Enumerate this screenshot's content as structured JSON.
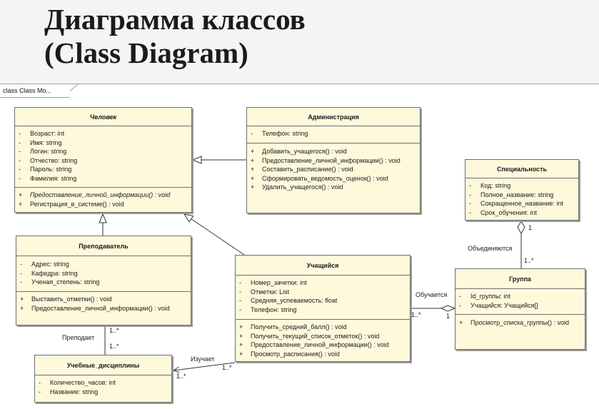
{
  "title": {
    "line1": "Диаграмма классов",
    "line2": "(Class Diagram)"
  },
  "frame": {
    "tab_label": "class Class Mo..."
  },
  "classes": {
    "chelovek": {
      "name": "Человек",
      "attributes": [
        {
          "vis": "-",
          "text": "Возраст:  int"
        },
        {
          "vis": "-",
          "text": "Имя:  string"
        },
        {
          "vis": "-",
          "text": "Логин:  string"
        },
        {
          "vis": "-",
          "text": "Отчество:  string"
        },
        {
          "vis": "-",
          "text": "Пароль:  string"
        },
        {
          "vis": "-",
          "text": "Фамилия:  string"
        }
      ],
      "operations": [
        {
          "vis": "+",
          "text": "Предоставление_личной_информации() : void",
          "italic": true
        },
        {
          "vis": "+",
          "text": "Регистрация_в_системе() : void",
          "italic": false
        }
      ]
    },
    "administratsiya": {
      "name": "Администрация",
      "attributes": [
        {
          "vis": "-",
          "text": "Телефон:  string"
        }
      ],
      "operations": [
        {
          "vis": "+",
          "text": "Добавить_учащегося() : void"
        },
        {
          "vis": "+",
          "text": "Предоставление_личной_информации() : void"
        },
        {
          "vis": "+",
          "text": "Составить_расписание() : void"
        },
        {
          "vis": "+",
          "text": "Сформировать_ведомость_оценок() : void"
        },
        {
          "vis": "+",
          "text": "Удалить_учащегося() : void"
        }
      ]
    },
    "spetsialnost": {
      "name": "Специальность",
      "attributes": [
        {
          "vis": "-",
          "text": "Код:  string"
        },
        {
          "vis": "-",
          "text": "Полное_название:  string"
        },
        {
          "vis": "-",
          "text": "Сокращенное_название:  int"
        },
        {
          "vis": "-",
          "text": "Срок_обучения:  int"
        }
      ]
    },
    "prepodavatel": {
      "name": "Преподаватель",
      "attributes": [
        {
          "vis": "-",
          "text": "Адрес:  string"
        },
        {
          "vis": "-",
          "text": "Кафедра:  string"
        },
        {
          "vis": "-",
          "text": "Ученая_степень:  string"
        }
      ],
      "operations": [
        {
          "vis": "+",
          "text": "Выставить_отметки() : void"
        },
        {
          "vis": "+",
          "text": "Предоставление_личной_информации() : void"
        }
      ]
    },
    "uchashchiysya": {
      "name": "Учащийся",
      "attributes": [
        {
          "vis": "-",
          "text": "Номер_зачетки:  int"
        },
        {
          "vis": "-",
          "text": "Отметки:  List"
        },
        {
          "vis": "-",
          "text": "Средняя_успеваемость:  float"
        },
        {
          "vis": "-",
          "text": "Телефон:  string"
        }
      ],
      "operations": [
        {
          "vis": "+",
          "text": "Получить_средний_балл() : void"
        },
        {
          "vis": "+",
          "text": "Получить_текущий_список_отметок() : void"
        },
        {
          "vis": "+",
          "text": "Предоставление_личной_информации() : void"
        },
        {
          "vis": "+",
          "text": "Просмотр_расписания() : void"
        }
      ]
    },
    "gruppa": {
      "name": "Группа",
      "attributes": [
        {
          "vis": "-",
          "text": "Id_группы:  int"
        },
        {
          "vis": "-",
          "text": "Учащийся:  Учащийся[]"
        }
      ],
      "operations": [
        {
          "vis": "+",
          "text": "Просмотр_списка_группы() : void"
        }
      ]
    },
    "discipliny": {
      "name": "Учебные_дисциплины",
      "attributes": [
        {
          "vis": "-",
          "text": "Количество_часов:  int"
        },
        {
          "vis": "-",
          "text": "Название:  string"
        }
      ]
    }
  },
  "relations": {
    "obedinyayutsya": {
      "label": "Объединяются",
      "mult_top": "1",
      "mult_bottom": "1..*"
    },
    "obuchaetsya": {
      "label": "Обучается",
      "mult_left": "1..*",
      "mult_right": "1"
    },
    "prepodaet": {
      "label": "Преподает",
      "mult_top": "1..*",
      "mult_bottom": "1..*"
    },
    "izuchaet": {
      "label": "Изучает",
      "mult_right": "1..*",
      "mult_left": "1..*"
    }
  }
}
